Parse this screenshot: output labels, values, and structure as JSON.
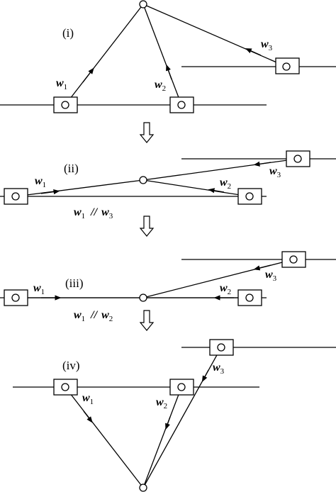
{
  "panels": [
    {
      "id": "i",
      "label": "(i)",
      "weights": [
        {
          "w": "w",
          "sub": "1"
        },
        {
          "w": "w",
          "sub": "2"
        },
        {
          "w": "w",
          "sub": "3"
        }
      ],
      "relation": null
    },
    {
      "id": "ii",
      "label": "(ii)",
      "weights": [
        {
          "w": "w",
          "sub": "1"
        },
        {
          "w": "w",
          "sub": "2"
        },
        {
          "w": "w",
          "sub": "3"
        }
      ],
      "relation": {
        "a": "w",
        "a_sub": "1",
        "op": "//",
        "b": "w",
        "b_sub": "3"
      }
    },
    {
      "id": "iii",
      "label": "(iii)",
      "weights": [
        {
          "w": "w",
          "sub": "1"
        },
        {
          "w": "w",
          "sub": "2"
        },
        {
          "w": "w",
          "sub": "3"
        }
      ],
      "relation": {
        "a": "w",
        "a_sub": "1",
        "op": "//",
        "b": "w",
        "b_sub": "2"
      }
    },
    {
      "id": "iv",
      "label": "(iv)",
      "weights": [
        {
          "w": "w",
          "sub": "1"
        },
        {
          "w": "w",
          "sub": "2"
        },
        {
          "w": "w",
          "sub": "3"
        }
      ],
      "relation": null
    }
  ]
}
